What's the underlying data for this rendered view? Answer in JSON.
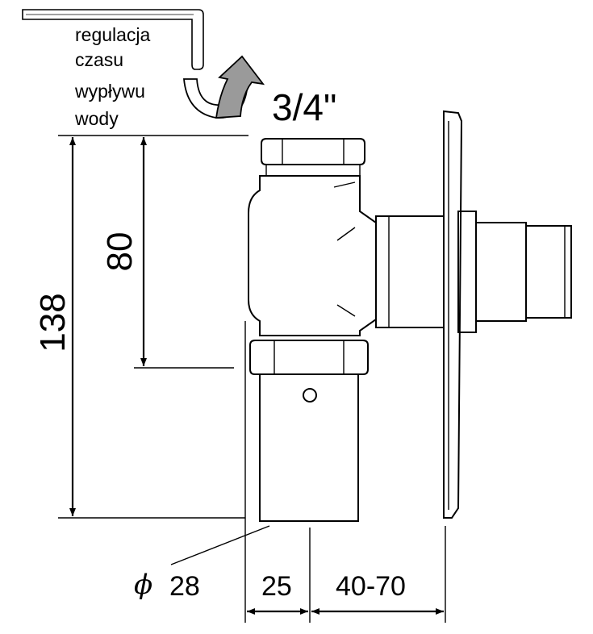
{
  "annotation": {
    "lines": [
      "regulacja",
      "czasu",
      "wypływu",
      "wody"
    ]
  },
  "thread_label": "3/4\"",
  "dimensions": {
    "height_total": "138",
    "height_partial": "80",
    "diameter_symbol": "ϕ",
    "diameter_value": "28",
    "width_pipe": "25",
    "wall_range": "40-70"
  },
  "colors": {
    "line": "#000000",
    "background": "#ffffff",
    "arrow_fill": "#9a9a9a"
  }
}
